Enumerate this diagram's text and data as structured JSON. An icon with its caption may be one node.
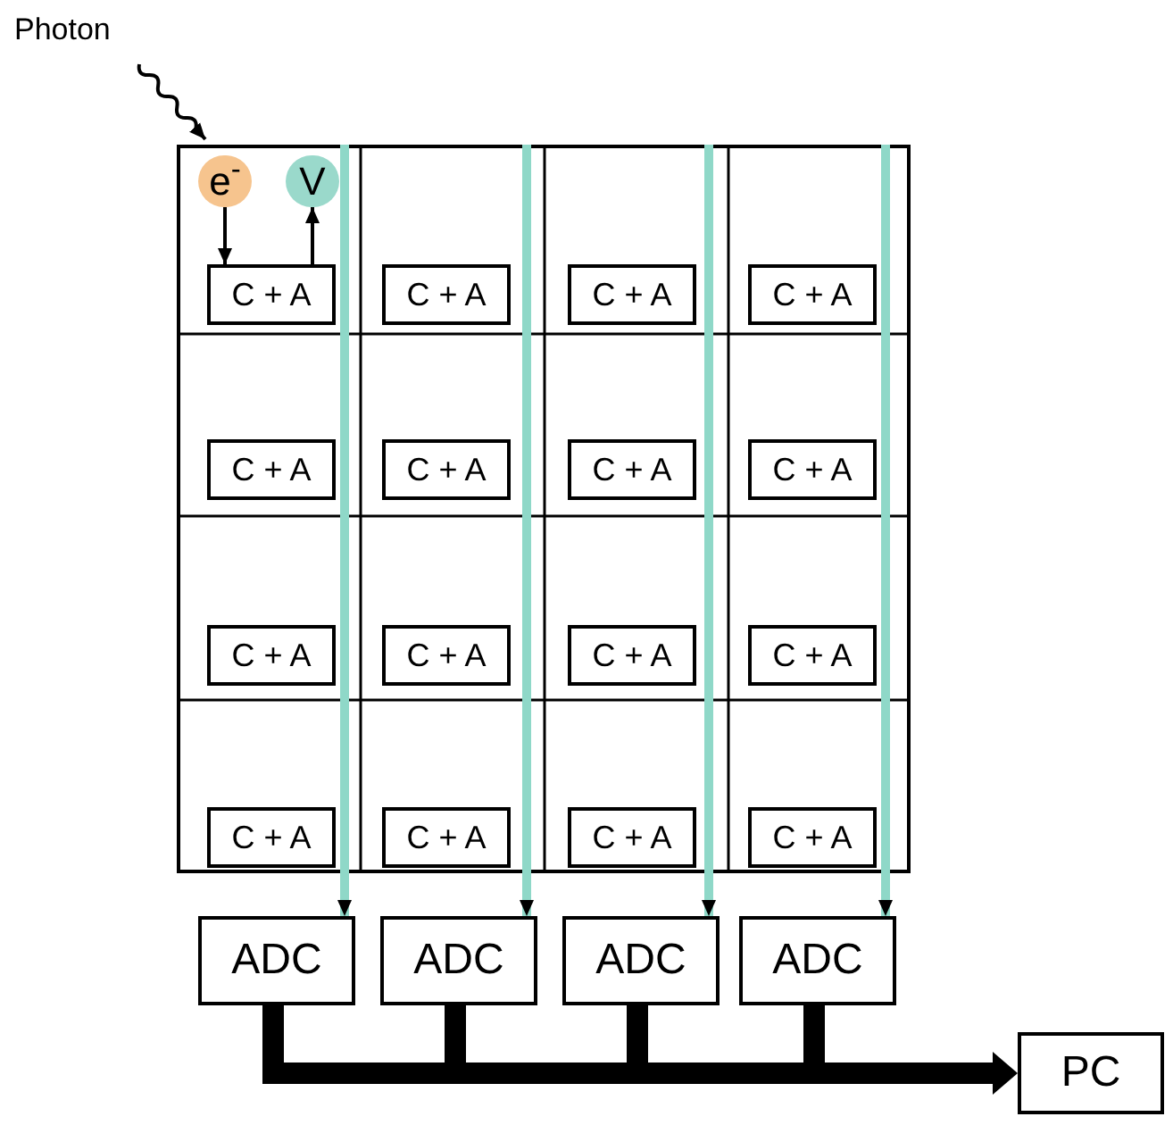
{
  "diagram": {
    "nodes": [
      {
        "text": [
          "Photon"
        ]
      },
      {
        "text": [],
        "shape": "box"
      },
      {
        "text": [
          "e$^{-}$"
        ],
        "in": 1
      },
      {
        "text": [
          "V"
        ],
        "in": 1
      },
      {
        "text": [
          "C + A"
        ],
        "in": 1
      },
      {
        "text": [
          "C + A"
        ],
        "in": 1
      },
      {
        "text": [
          "C + A"
        ],
        "in": 1
      },
      {
        "text": [
          "C + A"
        ],
        "in": 1
      },
      {
        "text": [
          "C + A"
        ],
        "in": 1
      },
      {
        "text": [
          "C + A"
        ],
        "in": 1
      },
      {
        "text": [
          "C + A"
        ],
        "in": 1
      },
      {
        "text": [
          "C + A"
        ],
        "in": 1
      },
      {
        "text": [
          "C + A"
        ],
        "in": 1
      },
      {
        "text": [
          "C + A"
        ],
        "in": 1
      },
      {
        "text": [
          "C + A"
        ],
        "in": 1
      },
      {
        "text": [
          "C + A"
        ],
        "in": 1
      },
      {
        "text": [
          "C + A"
        ],
        "in": 1
      },
      {
        "text": [
          "C + A"
        ],
        "in": 1
      },
      {
        "text": [
          "C + A"
        ],
        "in": 1
      },
      {
        "text": [
          "C + A"
        ],
        "in": 1
      },
      {
        "text": [
          "ADC"
        ]
      },
      {
        "text": [
          "ADC"
        ]
      },
      {
        "text": [
          "ADC"
        ]
      },
      {
        "text": [
          "ADC"
        ]
      },
      {
        "text": [
          "PC"
        ]
      }
    ],
    "edges": [
      {
        "from": 0,
        "to": 1,
        "arrow": "to"
      },
      {
        "from": 2,
        "to": 4,
        "arrow": "to"
      },
      {
        "from": 4,
        "to": 3,
        "arrow": "to"
      },
      {
        "from": 1,
        "to": 20,
        "arrow": "to",
        "color": "#8fd8c8"
      },
      {
        "from": 1,
        "to": 21,
        "arrow": "to",
        "color": "#8fd8c8"
      },
      {
        "from": 1,
        "to": 22,
        "arrow": "to",
        "color": "#8fd8c8"
      },
      {
        "from": 1,
        "to": 23,
        "arrow": "to",
        "color": "#8fd8c8"
      },
      {
        "from": 20,
        "to": 24,
        "arrow": "to",
        "style": "thick"
      },
      {
        "from": 21,
        "to": 24,
        "arrow": "to",
        "style": "thick"
      },
      {
        "from": 22,
        "to": 24,
        "arrow": "to",
        "style": "thick"
      },
      {
        "from": 23,
        "to": 24,
        "arrow": "to",
        "style": "thick"
      }
    ]
  }
}
